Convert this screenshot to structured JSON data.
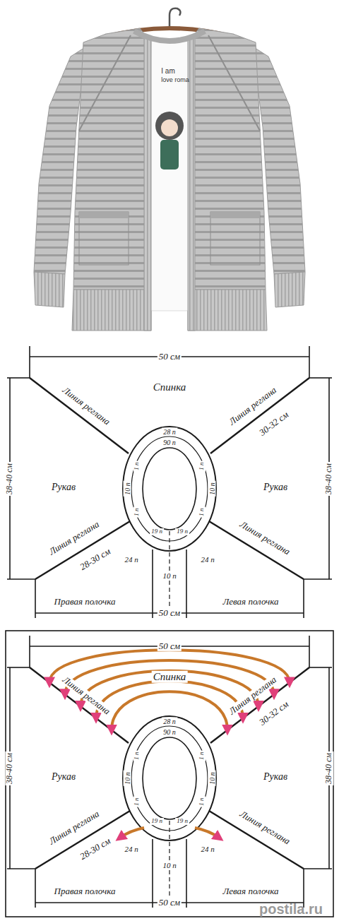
{
  "diagram": {
    "labels": [
      "I am",
      "love roma",
      "50 см",
      "Спинка",
      "Линия реглана",
      "Линия реглана",
      "30-32 см",
      "38-40 см",
      "Рукав",
      "Рукав",
      "38-40 см",
      "Линия реглана",
      "28-30 см",
      "Линия реглана",
      "28 п",
      "90 п",
      "1 п",
      "10 п",
      "1 п",
      "1 п",
      "10 п",
      "1 п",
      "19 п",
      "19 п",
      "24 п",
      "24 п",
      "10 п",
      "Правая полочка",
      "Левая полочка",
      "50 см",
      "50 см",
      "Спинка",
      "Линия реглана",
      "Линия реглана",
      "30-32 см",
      "38-40 см",
      "Рукав",
      "Рукав",
      "38-40 см",
      "Линия реглана",
      "28-30 см",
      "Линия реглана",
      "28 п",
      "90 п",
      "1 п",
      "10 п",
      "1 п",
      "1 п",
      "10 п",
      "1 п",
      "19 п",
      "19 п",
      "24 п",
      "24 п",
      "10 п",
      "Правая полочка",
      "Левая полочка",
      "50 см",
      "postila.ru"
    ]
  }
}
